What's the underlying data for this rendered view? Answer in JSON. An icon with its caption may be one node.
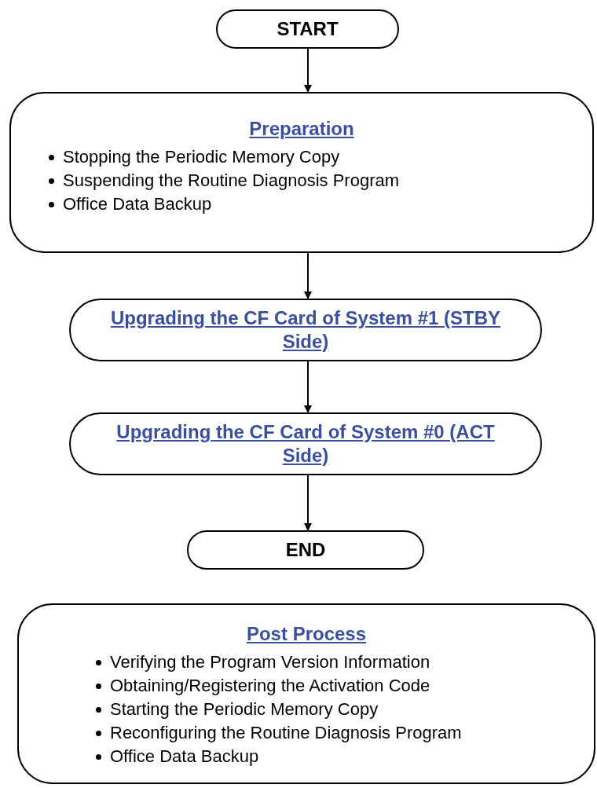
{
  "diagram": {
    "nodes": [
      {
        "text": [
          "START"
        ]
      },
      {
        "text": [
          "Preparation",
          "Stopping the Periodic Memory Copy",
          "Suspending the Routine Diagnosis Program",
          "Office Data Backup"
        ]
      },
      {
        "text": [
          "Upgrading the CF Card of System #1 (STBY Side)"
        ]
      },
      {
        "text": [
          "Upgrading the CF Card of System #0 (ACT Side)"
        ]
      },
      {
        "text": [
          "END"
        ]
      },
      {
        "text": [
          "Post Process",
          "Verifying the Program Version Information",
          "Obtaining/Registering the Activation Code",
          "Starting the Periodic Memory Copy",
          "Reconfiguring the Routine Diagnosis Program",
          "Office Data Backup"
        ]
      }
    ],
    "edges": [
      {
        "from": 0,
        "to": 1,
        "arrow": "to"
      },
      {
        "from": 1,
        "to": 2,
        "arrow": "to"
      },
      {
        "from": 2,
        "to": 3,
        "arrow": "to"
      },
      {
        "from": 3,
        "to": 4,
        "arrow": "to"
      }
    ]
  }
}
